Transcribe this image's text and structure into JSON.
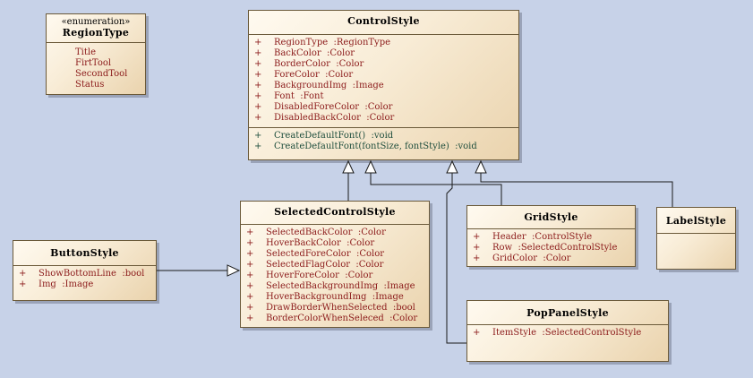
{
  "diagram": {
    "region_type": {
      "stereotype": "«enumeration»",
      "name": "RegionType",
      "literals": [
        "Title",
        "FirtTool",
        "SecondTool",
        "Status"
      ]
    },
    "control_style": {
      "name": "ControlStyle",
      "attributes": [
        {
          "vis": "+",
          "text": "RegionType  :RegionType"
        },
        {
          "vis": "+",
          "text": "BackColor  :Color"
        },
        {
          "vis": "+",
          "text": "BorderColor  :Color"
        },
        {
          "vis": "+",
          "text": "ForeColor  :Color"
        },
        {
          "vis": "+",
          "text": "BackgroundImg  :Image"
        },
        {
          "vis": "+",
          "text": "Font  :Font"
        },
        {
          "vis": "+",
          "text": "DisabledForeColor  :Color"
        },
        {
          "vis": "+",
          "text": "DisabledBackColor  :Color"
        }
      ],
      "operations": [
        {
          "vis": "+",
          "text": "CreateDefaultFont()  :void"
        },
        {
          "vis": "+",
          "text": "CreateDefaultFont(fontSize, fontStyle)  :void"
        }
      ]
    },
    "selected_control_style": {
      "name": "SelectedControlStyle",
      "attributes": [
        {
          "vis": "+",
          "text": "SelectedBackColor  :Color"
        },
        {
          "vis": "+",
          "text": "HoverBackColor  :Color"
        },
        {
          "vis": "+",
          "text": "SelectedForeColor  :Color"
        },
        {
          "vis": "+",
          "text": "SelectedFlagColor  :Color"
        },
        {
          "vis": "+",
          "text": "HoverForeColor  :Color"
        },
        {
          "vis": "+",
          "text": "SelectedBackgroundImg  :Image"
        },
        {
          "vis": "+",
          "text": "HoverBackgroundImg  :Image"
        },
        {
          "vis": "+",
          "text": "DrawBorderWhenSelected  :bool"
        },
        {
          "vis": "+",
          "text": "BorderColorWhenSeleced  :Color"
        }
      ]
    },
    "button_style": {
      "name": "ButtonStyle",
      "attributes": [
        {
          "vis": "+",
          "text": "ShowBottomLine  :bool"
        },
        {
          "vis": "+",
          "text": "Img  :Image"
        }
      ]
    },
    "grid_style": {
      "name": "GridStyle",
      "attributes": [
        {
          "vis": "+",
          "text": "Header  :ControlStyle"
        },
        {
          "vis": "+",
          "text": "Row  :SelectedControlStyle"
        },
        {
          "vis": "+",
          "text": "GridColor  :Color"
        }
      ]
    },
    "label_style": {
      "name": "LabelStyle"
    },
    "pop_panel_style": {
      "name": "PopPanelStyle",
      "attributes": [
        {
          "vis": "+",
          "text": "ItemStyle  :SelectedControlStyle"
        }
      ]
    },
    "colors": {
      "background": "#c7d2e8",
      "attribute_text": "#8b1a1a",
      "operation_text": "#1f4e3d",
      "border": "#6b5a3a"
    }
  }
}
